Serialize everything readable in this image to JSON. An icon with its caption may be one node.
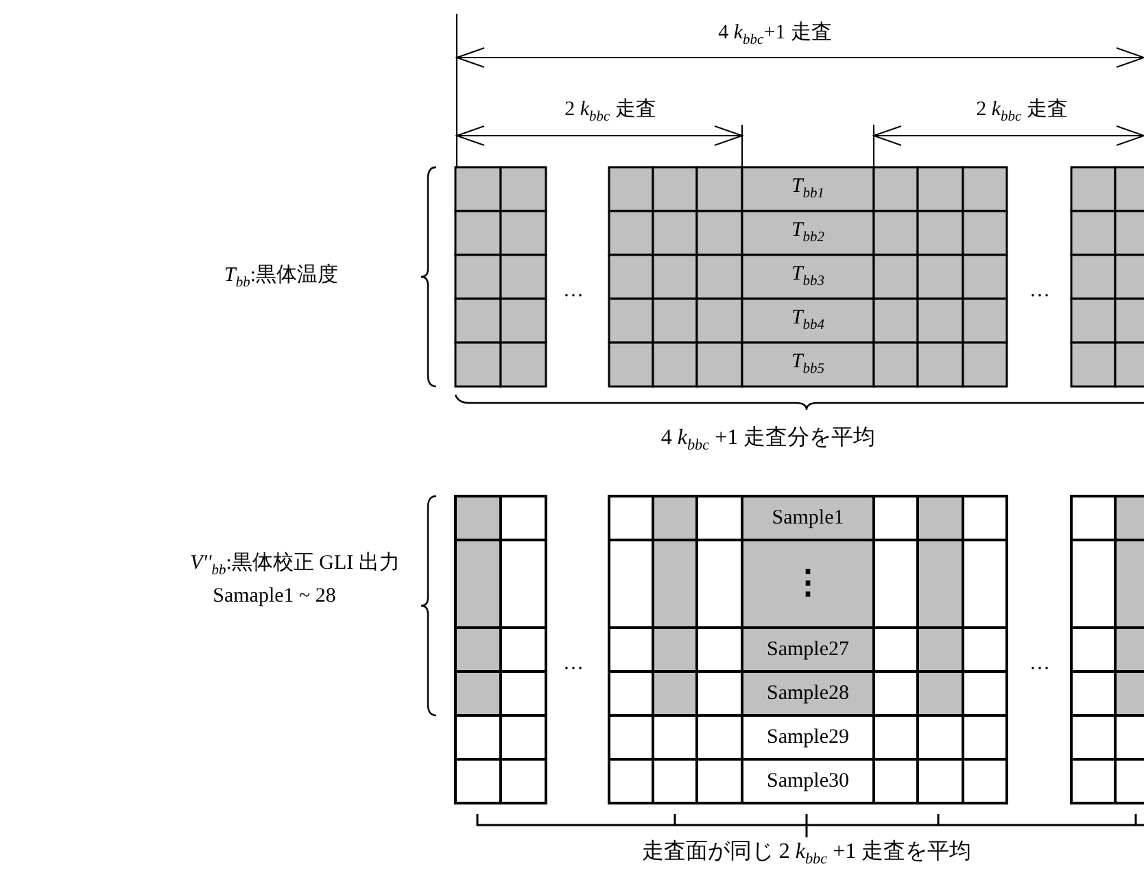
{
  "diagram": {
    "labels": [
      "4 *k*$_{bbc}$+1 走査",
      "2 *k*$_{bbc}$ 走査",
      "2 *k*$_{bbc}$ 走査",
      "*T*$_{bb}$:黒体温度",
      "…",
      "*T*$_{bb1}$",
      "*T*$_{bb2}$",
      "*T*$_{bb3}$",
      "*T*$_{bb4}$",
      "*T*$_{bb5}$",
      "…",
      "4 *k*$_{bbc}$ +1 走査分を平均",
      "*V''*$_{bb}$:黒体校正 GLI 出力",
      "Samaple1 ~ 28",
      "…",
      "Sample1",
      "⋮",
      "Sample27",
      "Sample28",
      "Sample29",
      "Sample30",
      "…",
      "走査面が同じ 2 *k*$_{bbc}$ +1 走査を平均"
    ]
  }
}
